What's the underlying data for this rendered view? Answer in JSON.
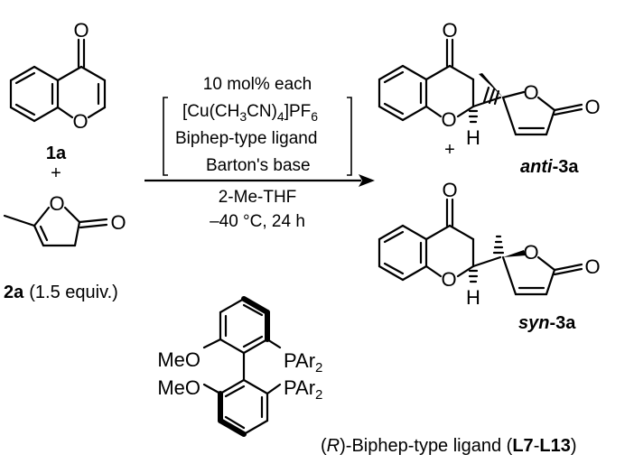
{
  "reagent": {
    "carbonyl_o": "O",
    "ring_o": "O",
    "number": "1a"
  },
  "plus_left": "+",
  "donor": {
    "ring_o": "O",
    "carbonyl_o": "O",
    "number": "2a",
    "equiv": "(1.5 equiv.)"
  },
  "conditions": {
    "line1": "10 mol% each",
    "catalyst_a": "[Cu(CH",
    "catalyst_sub3": "3",
    "catalyst_b": "CN)",
    "catalyst_sub4": "4",
    "catalyst_c": "]PF",
    "catalyst_sub6": "6",
    "ligand": "Biphep-type ligand",
    "base": "Barton's base",
    "solvent": "2-Me-THF",
    "temp_time": "–40 °C, 24 h"
  },
  "anti_product": {
    "carbonyl_o": "O",
    "ring_o": "O",
    "h": "H",
    "lactone_o": "O",
    "lactone_co": "O",
    "label_prefix": "anti",
    "label_suffix": "-3a"
  },
  "plus_right": "+",
  "syn_product": {
    "carbonyl_o": "O",
    "ring_o": "O",
    "h": "H",
    "lactone_o": "O",
    "lactone_co": "O",
    "label_prefix": "syn",
    "label_suffix": "-3a"
  },
  "ligand_structure": {
    "meo_top": "MeO",
    "meo_bottom": "MeO",
    "p_top": "PAr",
    "p_top_sub": "2",
    "p_bottom": "PAr",
    "p_bottom_sub": "2",
    "caption_open": "(",
    "caption_r": "R",
    "caption_mid": ")-Biphep-type ligand (",
    "caption_l1": "L7",
    "caption_dash": "-",
    "caption_l2": "L13",
    "caption_close": ")"
  }
}
